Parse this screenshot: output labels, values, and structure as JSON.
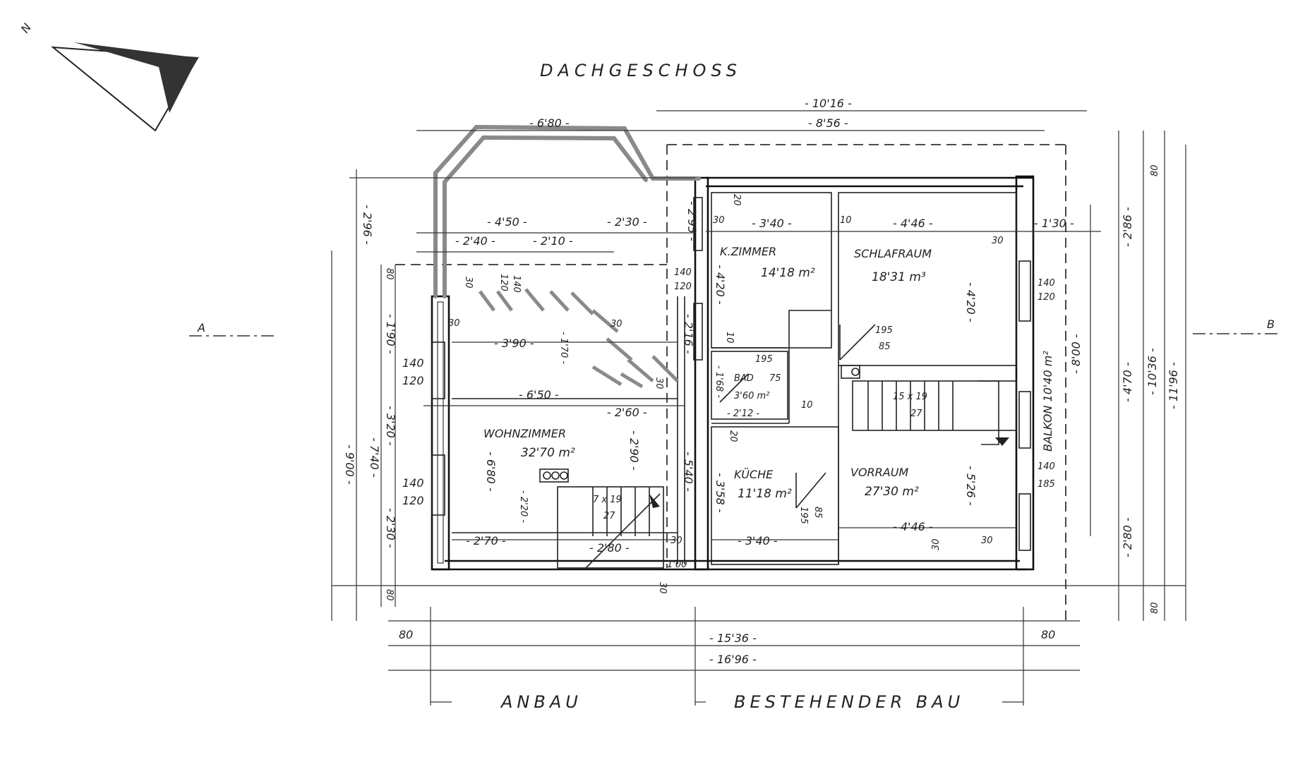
{
  "title": "DACHGESCHOSS",
  "north": "N",
  "section_left": "A",
  "section_right": "B",
  "bottom_left_label": "ANBAU",
  "bottom_right_label": "BESTEHENDER BAU",
  "rooms": {
    "kzimmer_name": "K.ZIMMER",
    "kzimmer_area": "14'18 m²",
    "schlaf_name": "SCHLAFRAUM",
    "schlaf_area": "18'31 m³",
    "bad_name": "BAD",
    "bad_area": "3'60 m²",
    "wohn_name": "WOHNZIMMER",
    "wohn_area": "32'70 m²",
    "kueche_name": "KÜCHE",
    "kueche_area": "11'18 m²",
    "vorraum_name": "VORRAUM",
    "vorraum_area": "27'30 m²",
    "balkon": "BALKON 10'40 m²"
  },
  "dims": {
    "d10_16": "- 10'16 -",
    "d8_56": "- 8'56 -",
    "d6_80": "- 6'80 -",
    "d4_50": "- 4'50 -",
    "d2_30": "- 2'30 -",
    "d2_40": "- 2'40 -",
    "d2_10": "- 2'10 -",
    "d3_40_top": "- 3'40 -",
    "d4_46_top": "- 4'46 -",
    "d1_30": "- 1'30 -",
    "d3_90": "- 3'90 -",
    "d1_70": "- 1'70 -",
    "d6_50": "- 6'50 -",
    "d2_60": "- 2'60 -",
    "d2_12": "- 2'12 -",
    "d2_70": "- 2'70 -",
    "d2_80_stair": "- 2'80 -",
    "d3_40_bot": "- 3'40 -",
    "d4_46_bot": "- 4'46 -",
    "d1_00": "1'00",
    "d15_36": "- 15'36 -",
    "d16_96": "- 16'96 -",
    "d80_bl": "80",
    "d80_br": "80",
    "v2_96": "- 2'96 -",
    "v9_00": "- 9'00 -",
    "v7_40": "- 7'40 -",
    "v80_top": "80",
    "v1_90": "- 1'90 -",
    "v3_20": "- 3'20 -",
    "v2_30": "- 2'30 -",
    "v80_bot": "80",
    "v6_80": "- 6'80 -",
    "v2_90": "- 2'90 -",
    "v2_20": "- 2'20 -",
    "v2_95": "- 2'95 -",
    "v2_16": "- 2'16 -",
    "v5_40": "- 5'40 -",
    "v4_20_k": "- 4'20 -",
    "v1_68": "- 1'68 -",
    "v3_58": "- 3'58 -",
    "v4_20_s": "- 4'20 -",
    "v5_26": "- 5'26 -",
    "v8_00": "- 8'00 -",
    "v2_86": "- 2'86 -",
    "v4_70": "- 4'70 -",
    "v10_36": "- 10'36 -",
    "v11_96": "- 11'96 -",
    "v2_80": "- 2'80 -",
    "v80_r_top": "80",
    "v80_r_bot": "80",
    "v1_70": "- 1'70 -"
  },
  "small": {
    "s140a": "140",
    "s120a": "120",
    "s140b": "140",
    "s120b": "120",
    "s140c": "140",
    "s120c": "120",
    "s140d": "140",
    "s120d": "120",
    "s140e": "140",
    "s120e": "120",
    "s140f": "140",
    "s185": "185",
    "s30a": "30",
    "s30b": "30",
    "s30c": "30",
    "s30d": "30",
    "s30e": "30",
    "s30f": "30",
    "s30g": "30",
    "s30h": "30",
    "s30i": "30",
    "s30j": "30",
    "s10a": "10",
    "s10b": "10",
    "s10c": "10",
    "s20a": "20",
    "s20b": "20",
    "s195a": "195",
    "s85a": "85",
    "s195b": "195",
    "s75": "75",
    "s195c": "195",
    "s85c": "85",
    "stair1_a": "7 x 19",
    "stair1_b": "27",
    "stair2_a": "15 x 19",
    "stair2_b": "27"
  }
}
